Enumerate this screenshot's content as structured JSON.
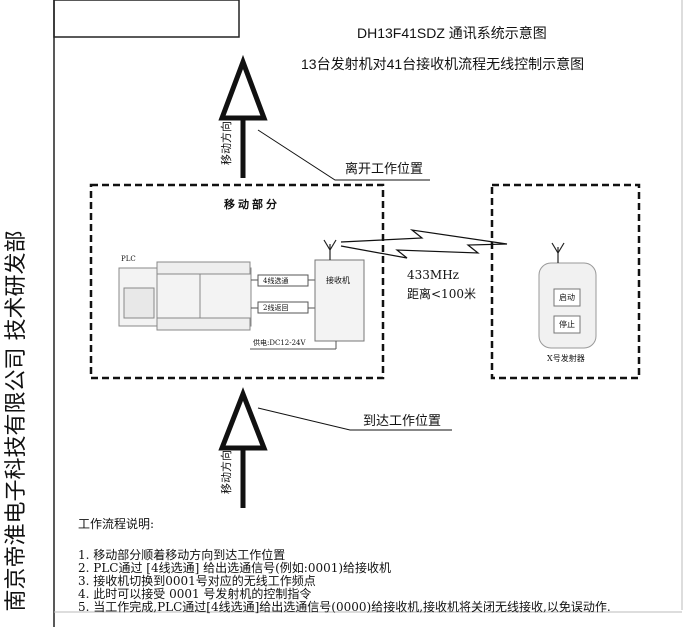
{
  "header": {
    "title_line1": "DH13F41SDZ 通讯系统示意图",
    "title_line2": "13台发射机对41台接收机流程无线控制示意图"
  },
  "side_label": "南京帝淮电子科技有限公司  技术研发部",
  "arrows": {
    "top_direction": "移动方向",
    "bottom_direction": "移动方向",
    "leave_label": "离开工作位置",
    "arrive_label": "到达工作位置"
  },
  "mobile_unit": {
    "title": "移动部分",
    "plc_label": "PLC",
    "select_label": "4线选通",
    "feedback_label": "2线返回",
    "receiver_label": "接收机",
    "power_label": "供电:DC12-24V"
  },
  "link": {
    "frequency": "433MHz",
    "distance": "距离<100米"
  },
  "transmitter": {
    "start_button": "启动",
    "stop_button": "停止",
    "name": "X号发射器"
  },
  "notes": {
    "heading": "工作流程说明:",
    "items": [
      "1. 移动部分顺着移动方向到达工作位置",
      "2. PLC通过 [4线选通] 给出选通信号(例如:0001)给接收机",
      "3. 接收机切换到0001号对应的无线工作频点",
      "4. 此时可以接受 0001 号发射机的控制指令",
      "5. 当工作完成,PLC通过[4线选通]给出选通信号(0000)给接收机,接收机将关闭无线接收,以免误动作."
    ]
  }
}
